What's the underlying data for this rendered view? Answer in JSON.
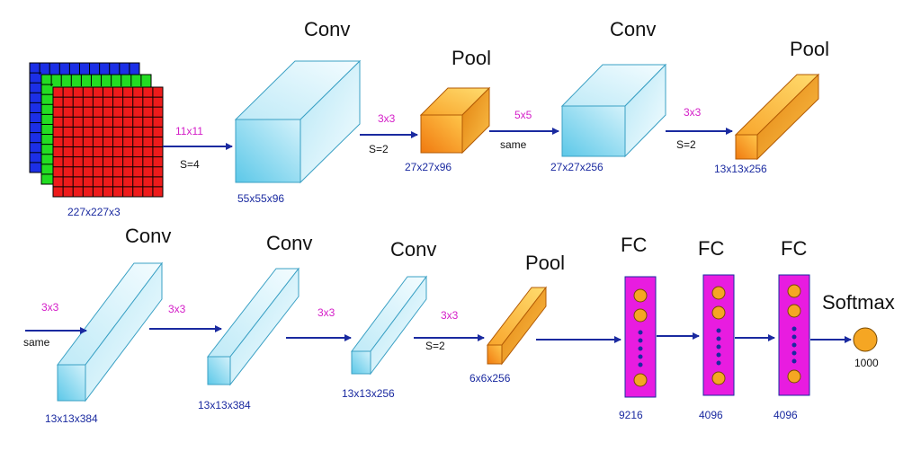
{
  "colors": {
    "arrow": "#1a2aa0",
    "param_text": "#d41ec8",
    "dim_text": "#1a2aa0",
    "fc_fill": "#e81ce0",
    "neuron": "#f5a623",
    "dot": "#1a2aa0"
  },
  "input": {
    "dims": "227x227x3"
  },
  "row1": {
    "conv1": {
      "title": "Conv",
      "dims": "55x55x96"
    },
    "pool1": {
      "title": "Pool",
      "dims": "27x27x96"
    },
    "conv2": {
      "title": "Conv",
      "dims": "27x27x256"
    },
    "pool2": {
      "title": "Pool",
      "dims": "13x13x256"
    },
    "a1": {
      "kernel": "11x11",
      "stride": "S=4"
    },
    "a2": {
      "kernel": "3x3",
      "stride": "S=2"
    },
    "a3": {
      "kernel": "5x5",
      "note": "same"
    },
    "a4": {
      "kernel": "3x3",
      "stride": "S=2"
    }
  },
  "row2": {
    "conv3": {
      "title": "Conv",
      "dims": "13x13x384"
    },
    "conv4": {
      "title": "Conv",
      "dims": "13x13x384"
    },
    "conv5": {
      "title": "Conv",
      "dims": "13x13x256"
    },
    "pool3": {
      "title": "Pool",
      "dims": "6x6x256"
    },
    "a5": {
      "kernel": "3x3",
      "note": "same"
    },
    "a6": {
      "kernel": "3x3"
    },
    "a7": {
      "kernel": "3x3"
    },
    "a8": {
      "kernel": "3x3",
      "stride": "S=2"
    },
    "fc1": {
      "title": "FC",
      "units": "9216"
    },
    "fc2": {
      "title": "FC",
      "units": "4096"
    },
    "fc3": {
      "title": "FC",
      "units": "4096"
    },
    "softmax": {
      "title": "Softmax",
      "units": "1000"
    }
  }
}
